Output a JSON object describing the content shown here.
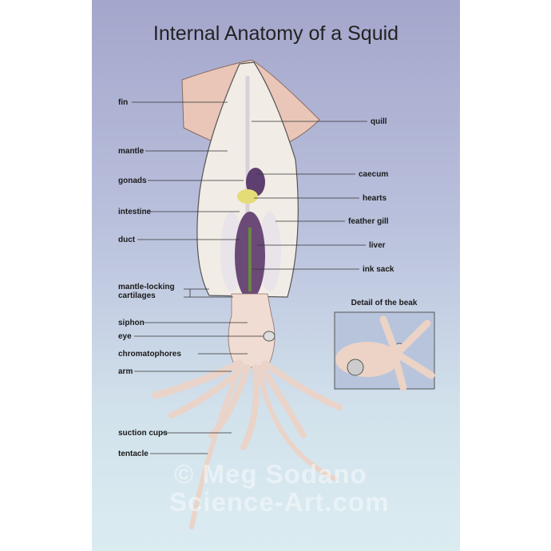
{
  "title": "Internal Anatomy of a Squid",
  "labels_left": [
    "fin",
    "mantle",
    "gonads",
    "intestine",
    "duct",
    "mantle-locking cartilages",
    "siphon",
    "eye",
    "chromatophores",
    "arm",
    "suction cups",
    "tentacle"
  ],
  "labels_right": [
    "quill",
    "caecum",
    "hearts",
    "feather gill",
    "liver",
    "ink sack"
  ],
  "inset": {
    "title": "Detail of the beak"
  },
  "watermark": {
    "line1": "© Meg Sodano",
    "line2": "Science-Art.com"
  },
  "colors": {
    "background_top": "#a4a6cb",
    "background_bottom": "#dbecf1",
    "body": "#efd9cc",
    "organ_purple": "#6b4a78",
    "hearts": "#e4dc7a"
  }
}
